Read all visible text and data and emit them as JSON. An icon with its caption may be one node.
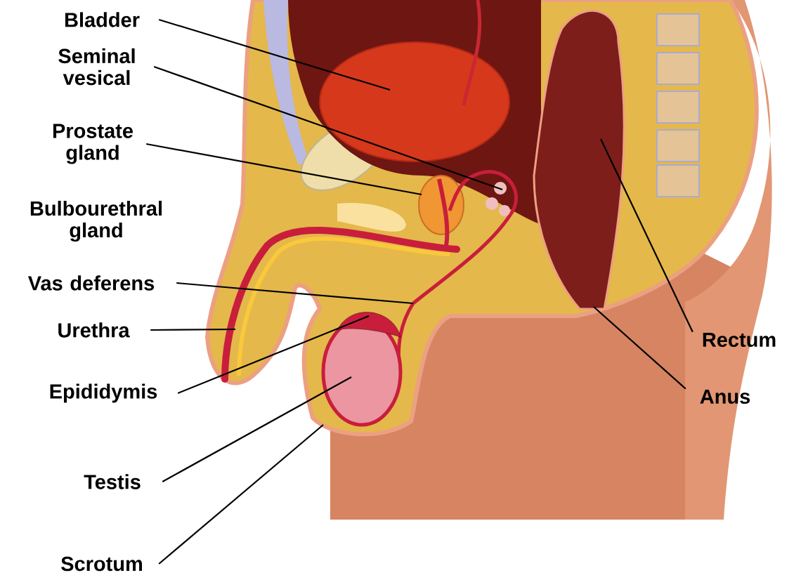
{
  "diagram": {
    "nodes": [
      {
        "text": [
          "Bladder"
        ]
      },
      {
        "text": [
          "Seminal vesical"
        ]
      },
      {
        "text": [
          "Prostate gland"
        ]
      },
      {
        "text": [
          "Vas deferens"
        ]
      },
      {
        "text": [
          "Urethra"
        ]
      },
      {
        "text": [
          "Epididymis"
        ]
      },
      {
        "text": [
          "Testis"
        ]
      },
      {
        "text": [
          "Scrotum"
        ]
      },
      {
        "text": [
          "Rectum"
        ]
      },
      {
        "text": [
          "Anus"
        ]
      }
    ],
    "edges": [
      {
        "from": 0,
        "to": null,
        "arrow": "none"
      },
      {
        "from": 1,
        "to": null,
        "arrow": "none"
      },
      {
        "from": 2,
        "to": null,
        "arrow": "none"
      },
      {
        "from": 3,
        "to": null,
        "arrow": "none"
      },
      {
        "from": 4,
        "to": null,
        "arrow": "none"
      },
      {
        "from": 5,
        "to": null,
        "arrow": "none"
      },
      {
        "from": 6,
        "to": null,
        "arrow": "none"
      },
      {
        "from": 7,
        "to": null,
        "arrow": "none"
      },
      {
        "from": 8,
        "to": null,
        "arrow": "none"
      },
      {
        "from": 9,
        "to": null,
        "arrow": "none"
      }
    ],
    "labels": [
      "Bulbourethral gland"
    ]
  }
}
